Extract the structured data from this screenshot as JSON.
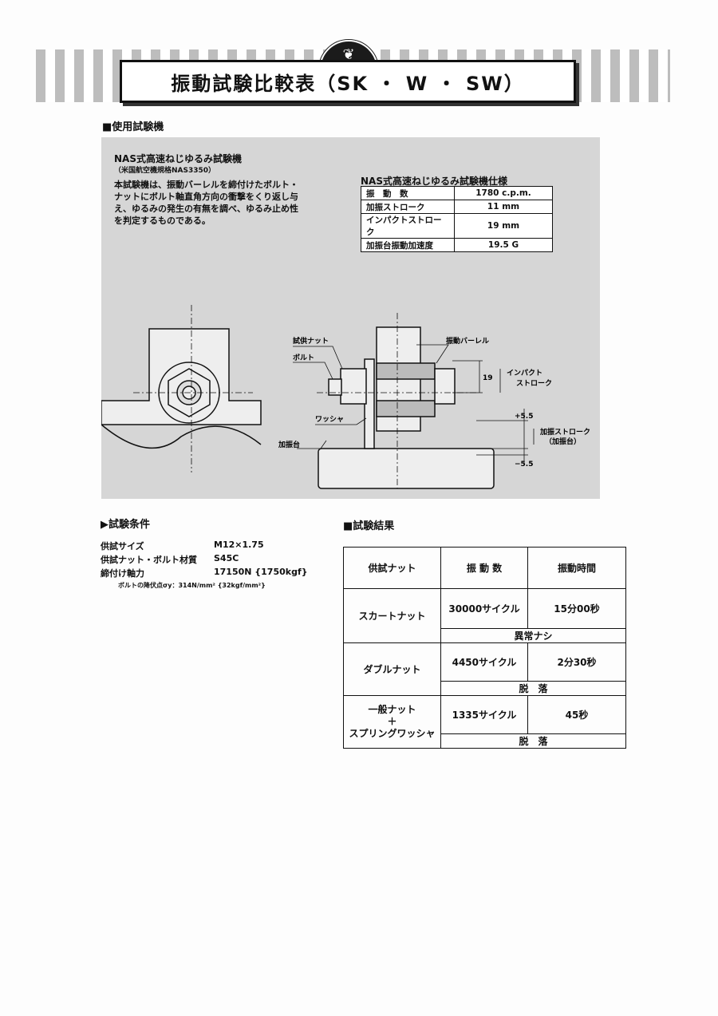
{
  "header": {
    "title": "振動試験比較表（SK ・ W ・ SW）",
    "logo_icon": "feather-icon"
  },
  "machine": {
    "section": "■使用試験機",
    "name": "NAS式高速ねじゆるみ試験機",
    "standard": "（米国航空機規格NAS3350）",
    "description": [
      "本試験機は、振動バーレルを締付けたボルト・",
      "ナットにボルト軸直角方向の衝撃をくり返し与",
      "え、ゆるみの発生の有無を調べ、ゆるみ止め性",
      "を判定するものである。"
    ],
    "spec_title": "NAS式高速ねじゆるみ試験機仕様",
    "spec": [
      {
        "label": "振　動　数",
        "value": "1780 c.p.m."
      },
      {
        "label": "加振ストローク",
        "value": "11 mm"
      },
      {
        "label": "インパクトストローク",
        "value": "19 mm"
      },
      {
        "label": "加振台振動加速度",
        "value": "19.5 G"
      }
    ]
  },
  "diagram": {
    "test_nut": "試供ナット",
    "bolt": "ボルト",
    "barrel": "振動バーレル",
    "washer": "ワッシャ",
    "table": "加振台",
    "impact_stroke": [
      "インパクト",
      "ストローク"
    ],
    "vib_stroke": [
      "加振ストローク",
      "（加振台）"
    ],
    "dim_19": "19",
    "dim_plus": "+5.5",
    "dim_minus": "−5.5"
  },
  "conditions": {
    "section": "▶試験条件",
    "rows": [
      {
        "label": "供試サイズ",
        "value": "M12×1.75"
      },
      {
        "label": "供試ナット・ボルト材質",
        "value": "S45C"
      },
      {
        "label": "締付け軸力",
        "value": "17150N {1750kgf}"
      }
    ],
    "note": "ボルトの降伏点σy：314N/mm² {32kgf/mm²}"
  },
  "results": {
    "section": "■試験結果",
    "headers": [
      "供試ナット",
      "振 動 数",
      "振動時間"
    ],
    "rows": [
      {
        "nut": [
          "スカートナット"
        ],
        "cycles": "30000サイクル",
        "time": "15分00秒",
        "result": "異常ナシ"
      },
      {
        "nut": [
          "ダブルナット"
        ],
        "cycles": "4450サイクル",
        "time": "2分30秒",
        "result": "脱　落"
      },
      {
        "nut": [
          "一般ナット",
          "＋",
          "スプリングワッシャ"
        ],
        "cycles": "1335サイクル",
        "time": "45秒",
        "result": "脱　落"
      }
    ]
  }
}
